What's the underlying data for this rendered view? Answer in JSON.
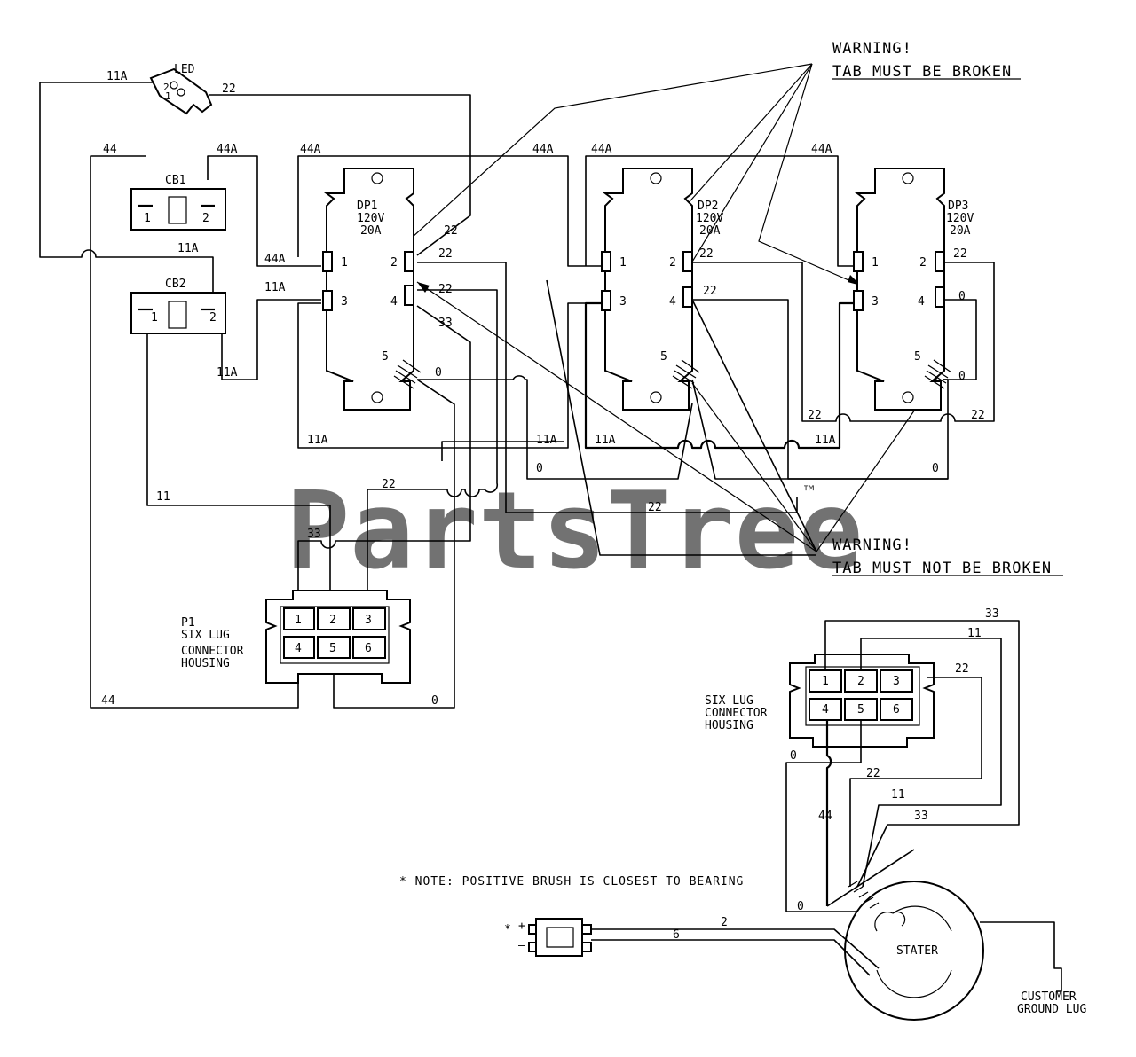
{
  "watermark": {
    "text": "PartsTree",
    "tm": "™"
  },
  "warnings": {
    "top_line1": "WARNING!",
    "top_line2": "TAB MUST BE BROKEN",
    "bottom_line1": "WARNING!",
    "bottom_line2": "TAB MUST NOT BE BROKEN"
  },
  "led": {
    "label": "LED",
    "pin2": "2",
    "pin1": "1"
  },
  "breakers": [
    {
      "name": "CB1",
      "pin1": "1",
      "pin2": "2"
    },
    {
      "name": "CB2",
      "pin1": "1",
      "pin2": "2"
    }
  ],
  "receptacles": [
    {
      "name": "DP1",
      "voltage": "120V",
      "amps": "20A",
      "p1": "1",
      "p2": "2",
      "p3": "3",
      "p4": "4",
      "p5": "5"
    },
    {
      "name": "DP2",
      "voltage": "120V",
      "amps": "20A",
      "p1": "1",
      "p2": "2",
      "p3": "3",
      "p4": "4",
      "p5": "5"
    },
    {
      "name": "DP3",
      "voltage": "120V",
      "amps": "20A",
      "p1": "1",
      "p2": "2",
      "p3": "3",
      "p4": "4",
      "p5": "5"
    }
  ],
  "connector_p1": {
    "line1": "P1",
    "line2": "SIX LUG",
    "line3": "CONNECTOR",
    "line4": "HOUSING",
    "pins": [
      "1",
      "2",
      "3",
      "4",
      "5",
      "6"
    ]
  },
  "connector_stator": {
    "line1": "SIX LUG",
    "line2": "CONNECTOR",
    "line3": "HOUSING",
    "pins": [
      "1",
      "2",
      "3",
      "4",
      "5",
      "6"
    ]
  },
  "stator": {
    "label": "STATER"
  },
  "ground": {
    "line1": "CUSTOMER",
    "line2": "GROUND LUG"
  },
  "note": "* NOTE: POSITIVE BRUSH IS CLOSEST TO BEARING",
  "brush": {
    "star": "*",
    "plus": "+",
    "minus": "–"
  },
  "wires": {
    "w11A": "11A",
    "w22": "22",
    "w44": "44",
    "w44A": "44A",
    "w11": "11",
    "w33": "33",
    "w0": "0",
    "w2": "2",
    "w6": "6"
  }
}
